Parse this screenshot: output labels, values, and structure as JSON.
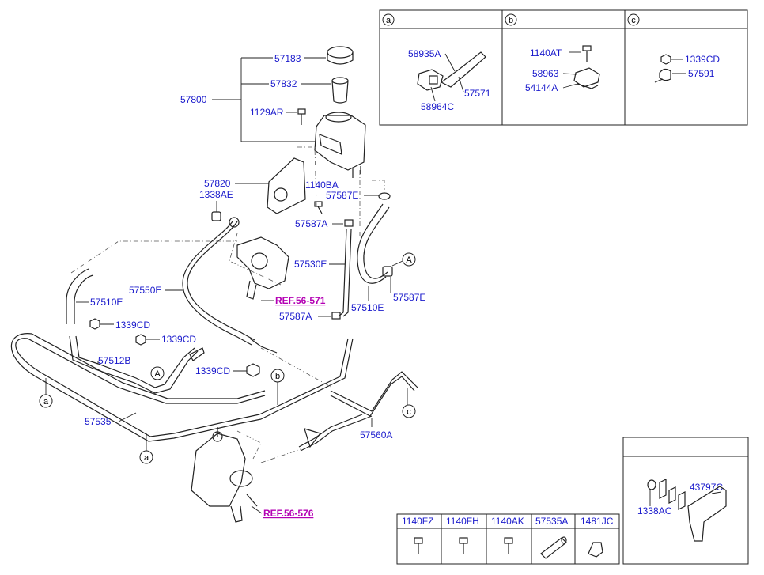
{
  "labels": {
    "p57183": "57183",
    "p57832": "57832",
    "p57800": "57800",
    "p1129AR": "1129AR",
    "p57820": "57820",
    "p1140BA": "1140BA",
    "p1338AE": "1338AE",
    "p57587E_top": "57587E",
    "p57587A_top": "57587A",
    "p57530E": "57530E",
    "p57550E": "57550E",
    "p57510E_left": "57510E",
    "p57510E_right": "57510E",
    "p57587E_right": "57587E",
    "p57587A_bottom": "57587A",
    "p1339CD_a": "1339CD",
    "p1339CD_b": "1339CD",
    "p1339CD_c": "1339CD",
    "p57512B": "57512B",
    "p57535": "57535",
    "p57560A": "57560A"
  },
  "refs": {
    "ref_pump": "REF.56-571",
    "ref_gear": "REF.56-576"
  },
  "callouts": {
    "A": "A",
    "a": "a",
    "b": "b",
    "c": "c"
  },
  "detail_table": {
    "headers": [
      "a",
      "b",
      "c"
    ],
    "a_labels": [
      "58935A",
      "57571",
      "58964C"
    ],
    "b_labels": [
      "1140AT",
      "58963",
      "54144A"
    ],
    "c_labels": [
      "1339CD",
      "57591"
    ]
  },
  "bracket_box": {
    "labels": [
      "43797C",
      "1338AC"
    ]
  },
  "fastener_table": {
    "headers": [
      "1140FZ",
      "1140FH",
      "1140AK",
      "57535A",
      "1481JC"
    ]
  },
  "colors": {
    "part_label": "#1a1acc",
    "reference": "#b400b4",
    "line": "#222222"
  }
}
